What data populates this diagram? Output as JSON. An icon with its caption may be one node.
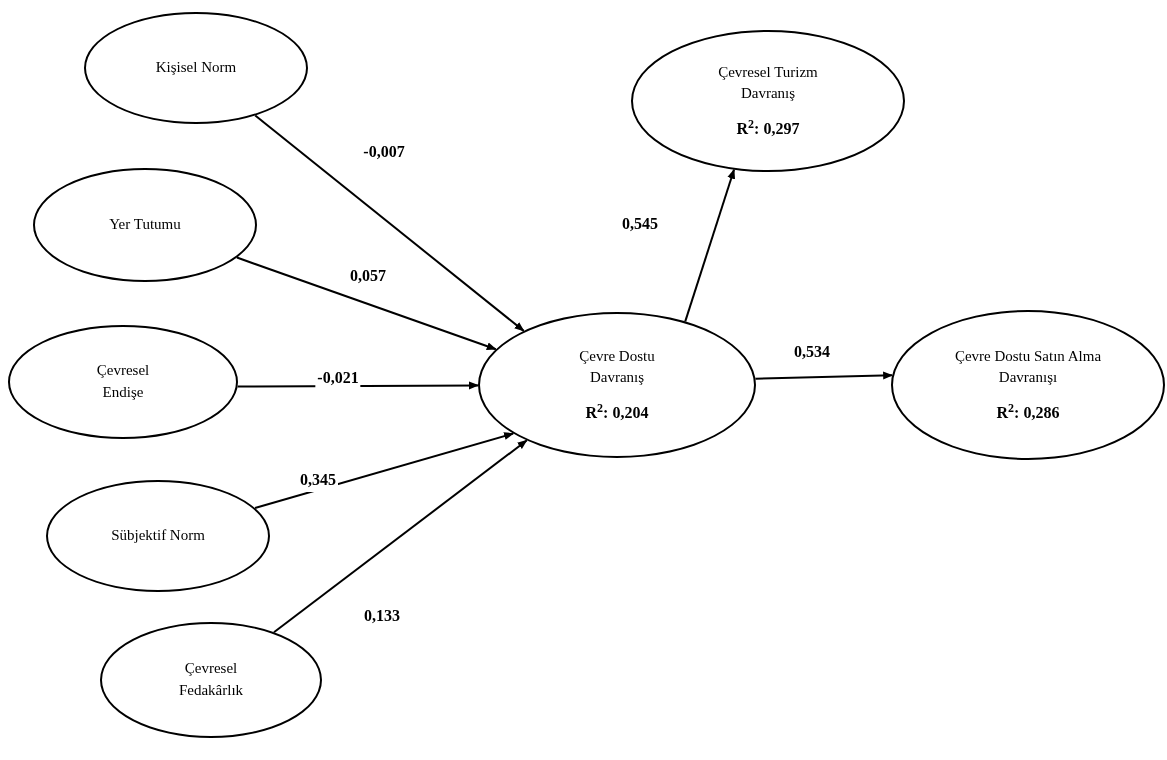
{
  "diagram": {
    "nodes": [
      {
        "text": [
          "Kişisel Norm"
        ]
      },
      {
        "text": [
          "Yer Tutumu"
        ]
      },
      {
        "text": [
          "Çevresel Endişe"
        ]
      },
      {
        "text": [
          "Sübjektif Norm"
        ]
      },
      {
        "text": [
          "Çevresel Fedakârlık"
        ]
      },
      {
        "text": [
          "Çevre Dostu Davranış",
          "R$^{2}$: 0,204"
        ]
      },
      {
        "text": [
          "Çevresel Turizm Davranış",
          "R$^{2}$: 0,297"
        ]
      },
      {
        "text": [
          "Çevre Dostu Satın Alma Davranışı",
          "R$^{2}$: 0,286"
        ]
      }
    ],
    "edges": [
      {
        "from": 0,
        "to": 5,
        "arrow": "to",
        "label": "-0,007"
      },
      {
        "from": 1,
        "to": 5,
        "arrow": "to",
        "label": "0,057"
      },
      {
        "from": 2,
        "to": 5,
        "arrow": "to",
        "label": "-0,021"
      },
      {
        "from": 3,
        "to": 5,
        "arrow": "to",
        "label": "0,345"
      },
      {
        "from": 4,
        "to": 5,
        "arrow": "to",
        "label": "0,133"
      },
      {
        "from": 5,
        "to": 6,
        "arrow": "to",
        "label": "0,545"
      },
      {
        "from": 5,
        "to": 7,
        "arrow": "to",
        "label": "0,534"
      }
    ]
  }
}
